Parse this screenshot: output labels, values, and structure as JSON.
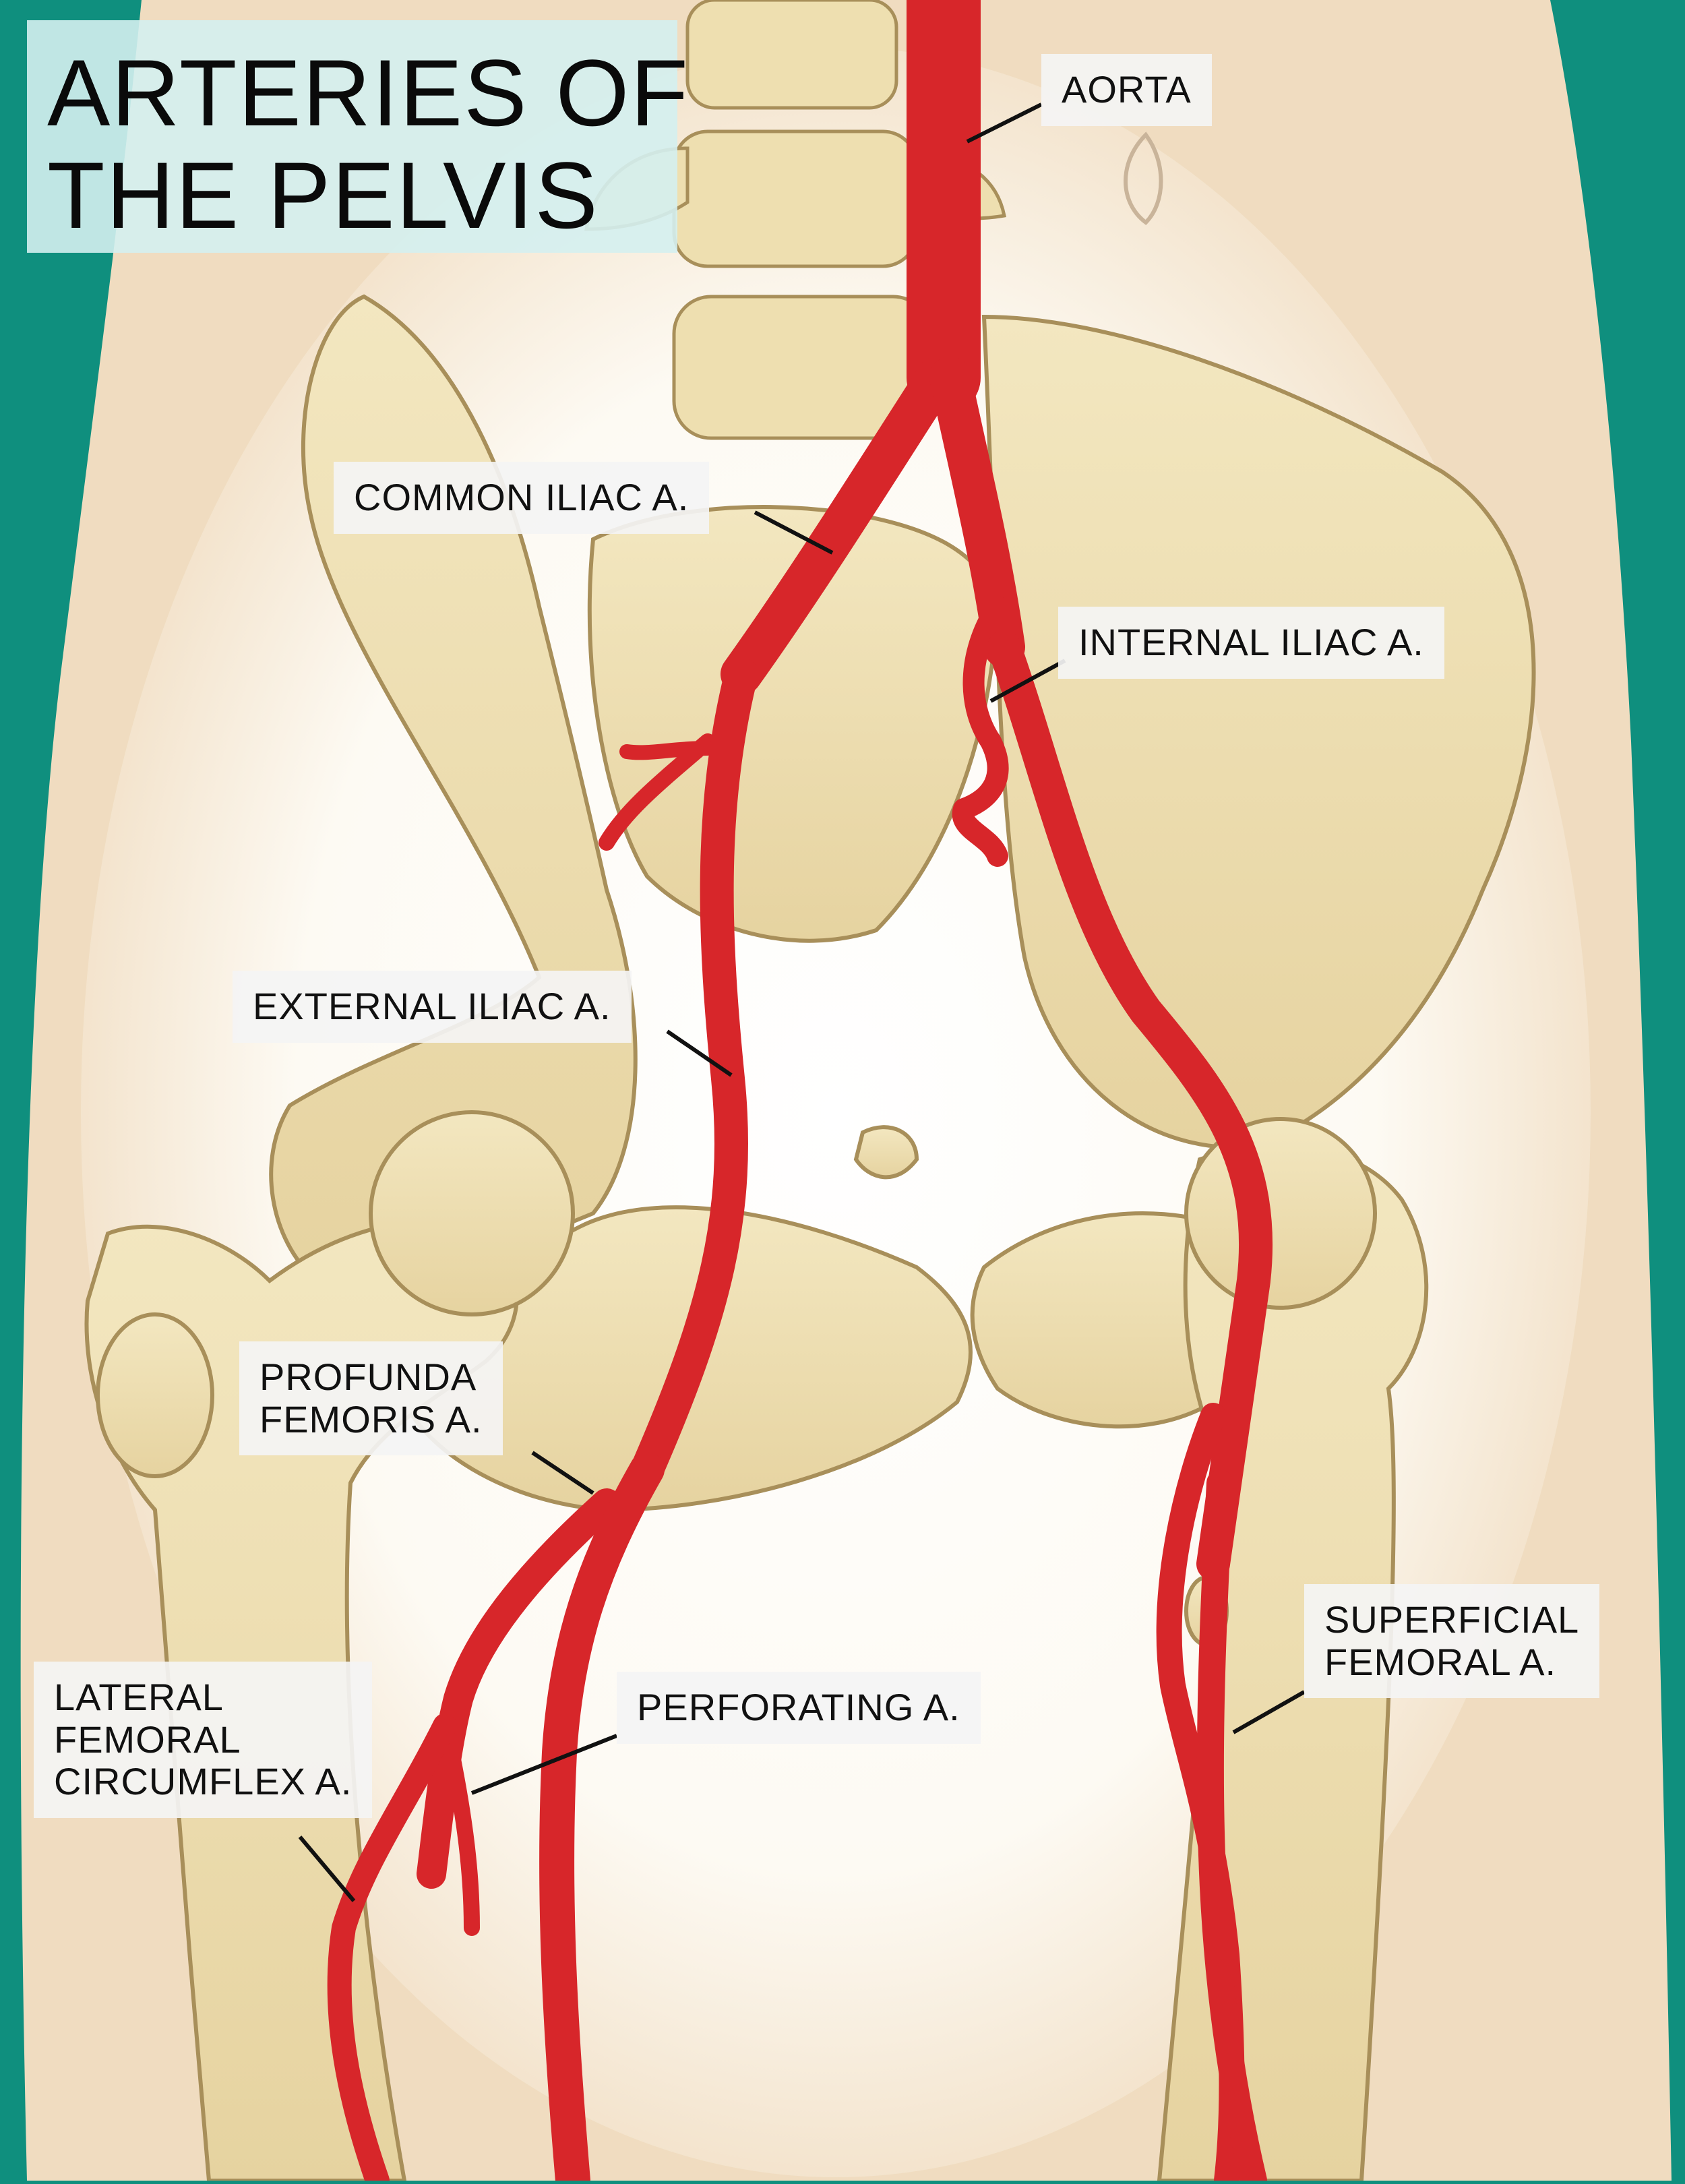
{
  "title": {
    "line1": "ARTERIES OF",
    "line2": "THE PELVIS"
  },
  "labels": {
    "aorta": "AORTA",
    "common_iliac": "COMMON ILIAC A.",
    "internal_iliac": "INTERNAL ILIAC A.",
    "external_iliac": "EXTERNAL ILIAC A.",
    "profunda_femoris": "PROFUNDA\nFEMORIS A.",
    "superficial_femoral": "SUPERFICIAL\nFEMORAL A.",
    "perforating": "PERFORATING A.",
    "lateral_femoral_circumflex": "LATERAL\nFEMORAL\nCIRCUMFLEX A."
  },
  "colors": {
    "background_teal": "#0f8f7e",
    "skin": "#f0dcc0",
    "bone": "#eedfb0",
    "bone_shadow": "#c9b27a",
    "artery": "#d7262a",
    "artery_dark": "#9c1014",
    "leader_line": "#111111"
  }
}
